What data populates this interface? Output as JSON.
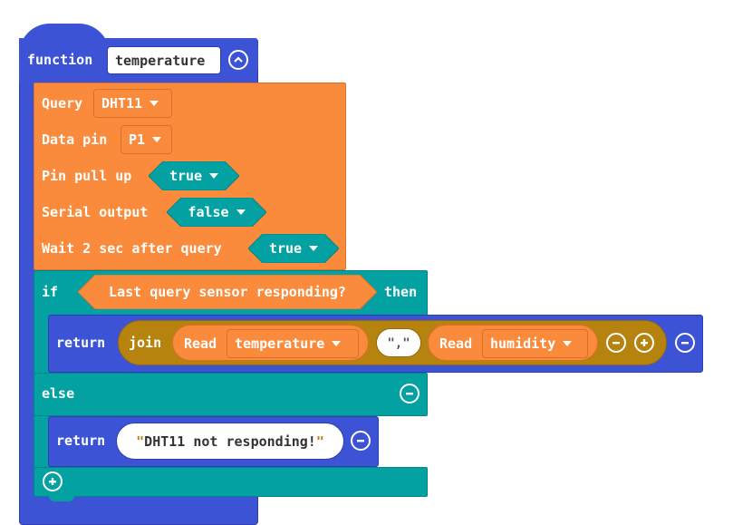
{
  "function_block": {
    "keyword": "function",
    "name": "temperature"
  },
  "query_block": {
    "query_label": "Query",
    "sensor": "DHT11",
    "data_pin_label": "Data pin",
    "data_pin": "P1",
    "pull_up_label": "Pin pull up",
    "pull_up": "true",
    "serial_label": "Serial output",
    "serial": "false",
    "wait_label": "Wait 2 sec after query",
    "wait": "true"
  },
  "if_block": {
    "if_label": "if",
    "condition": "Last query sensor responding?",
    "then_label": "then",
    "else_label": "else"
  },
  "return_1": {
    "return_label": "return",
    "join_label": "join",
    "read1_label": "Read",
    "read1_value": "temperature",
    "separator": "\",\"",
    "read2_label": "Read",
    "read2_value": "humidity"
  },
  "return_2": {
    "return_label": "return",
    "open_quote": "\"",
    "text": "DHT11 not responding!",
    "close_quote": "\""
  },
  "colors": {
    "function_blue": "#3c53d6",
    "sensor_orange": "#fb8b3c",
    "logic_teal": "#03a1a1",
    "text_olive": "#b5830e"
  }
}
